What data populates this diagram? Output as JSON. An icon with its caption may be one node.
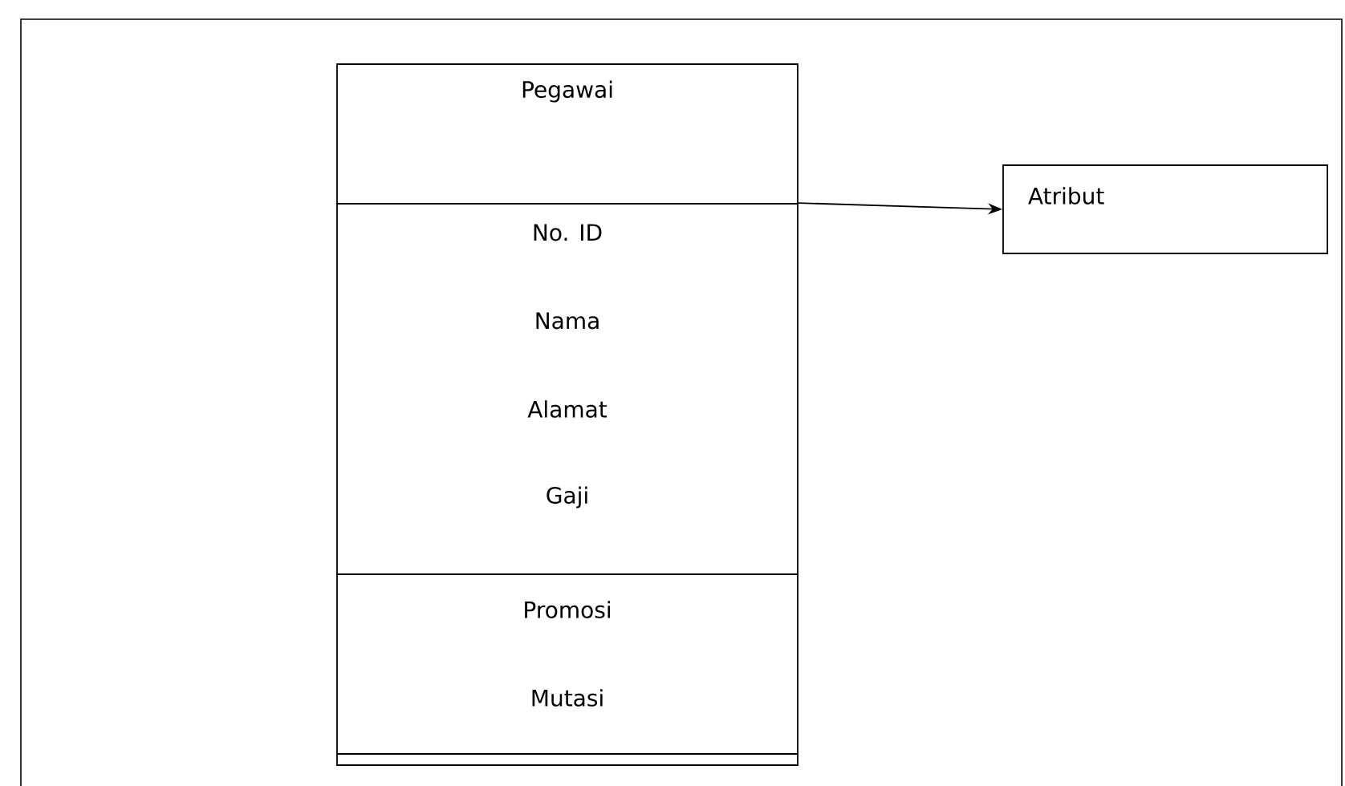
{
  "diagram": {
    "nodes": [
      {
        "text": [
          "Pegawai"
        ]
      },
      {
        "text": [
          "No. ID",
          "Nama",
          "Alamat",
          "Gaji"
        ]
      },
      {
        "text": [
          "Promosi",
          "Mutasi"
        ]
      },
      {
        "text": [
          "Atribut"
        ]
      }
    ],
    "edges": [
      {
        "from": 1,
        "to": 3,
        "arrow": "to"
      }
    ]
  }
}
